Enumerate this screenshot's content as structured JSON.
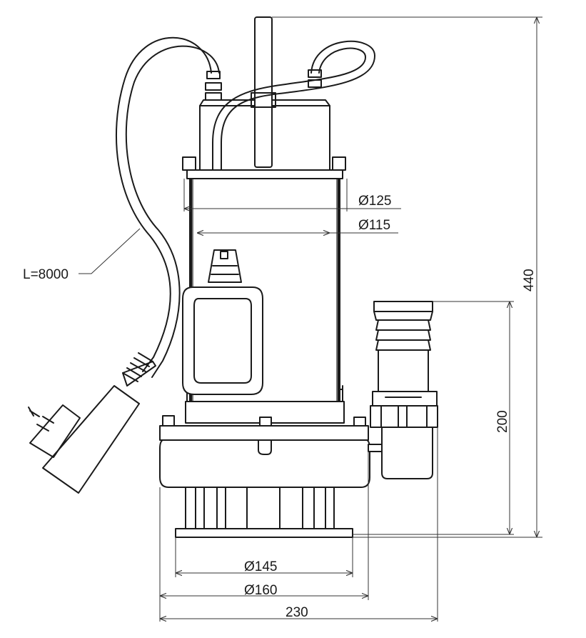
{
  "dimensions": {
    "cable_length": "L=8000",
    "motor_diameter_outer": "Ø125",
    "motor_diameter_inner": "Ø115",
    "total_height": "440",
    "outlet_height": "200",
    "base_diameter": "Ø145",
    "housing_diameter": "Ø160",
    "total_width": "230"
  },
  "colors": {
    "line": "#1a1a1a",
    "background": "#ffffff"
  }
}
